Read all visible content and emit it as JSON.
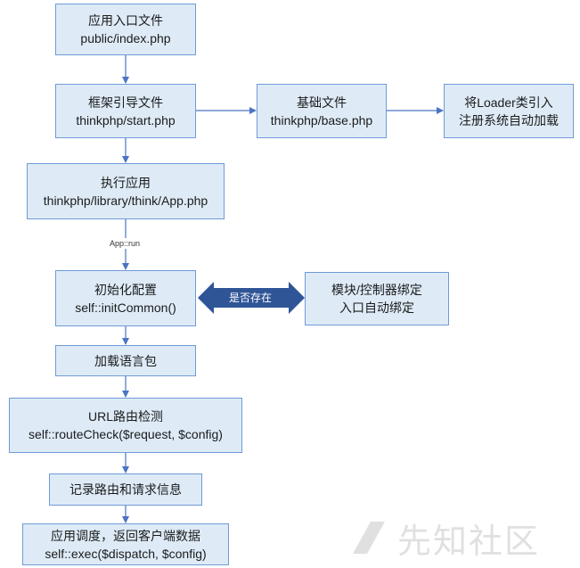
{
  "nodes": {
    "entry": {
      "line1": "应用入口文件",
      "line2": "public/index.php"
    },
    "bootstrap": {
      "line1": "框架引导文件",
      "line2": "thinkphp/start.php"
    },
    "base": {
      "line1": "基础文件",
      "line2": "thinkphp/base.php"
    },
    "loader": {
      "line1": "将Loader类引入",
      "line2": "注册系统自动加载"
    },
    "run_app": {
      "line1": "执行应用",
      "line2": "thinkphp/library/think/App.php"
    },
    "init": {
      "line1": "初始化配置",
      "line2": "self::initCommon()"
    },
    "module_bind": {
      "line1": "模块/控制器绑定",
      "line2": "入口自动绑定"
    },
    "lang": {
      "line1": "加载语言包"
    },
    "route": {
      "line1": "URL路由检测",
      "line2": "self::routeCheck($request, $config)"
    },
    "log": {
      "line1": "记录路由和请求信息"
    },
    "dispatch": {
      "line1": "应用调度，返回客户端数据",
      "line2": "self::exec($dispatch, $config)"
    }
  },
  "edge_labels": {
    "app_run": "App::run",
    "exists_check": "是否存在"
  },
  "watermark": {
    "text": "先知社区"
  },
  "colors": {
    "box_fill": "#deebf7",
    "box_border": "#6f9ad6",
    "arrow": "#4a74c4",
    "double_arrow": "#2f5597"
  }
}
